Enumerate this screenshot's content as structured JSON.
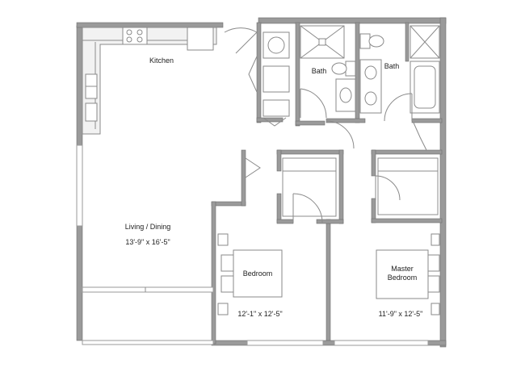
{
  "rooms": {
    "kitchen": {
      "name": "Kitchen"
    },
    "living_dining": {
      "name": "Living / Dining",
      "dimensions": "13'-9\" x 16'-5\""
    },
    "bath_1": {
      "name": "Bath"
    },
    "bath_2": {
      "name": "Bath"
    },
    "bedroom": {
      "name": "Bedroom",
      "dimensions": "12'-1\" x 12'-5\""
    },
    "master_bedroom": {
      "name_line_1": "Master",
      "name_line_2": "Bedroom",
      "dimensions": "11'-9\" x 12'-5\""
    }
  },
  "colors": {
    "wall": "#9a9a9a",
    "line": "#8a8a8a",
    "label": "#222222",
    "background": "#ffffff"
  }
}
